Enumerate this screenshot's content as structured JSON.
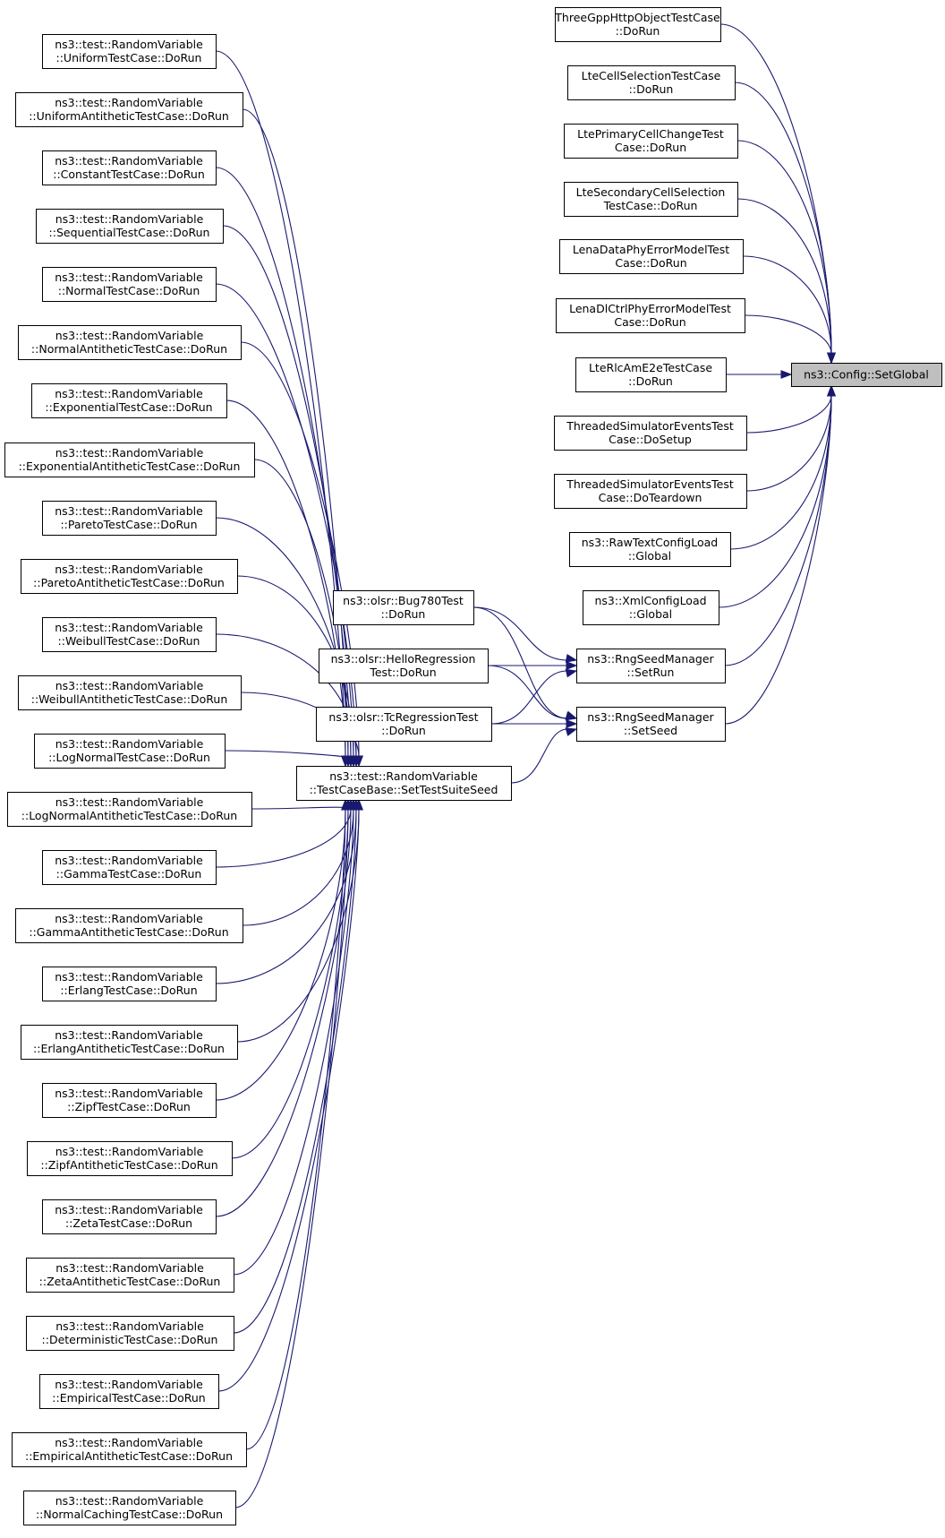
{
  "graph": {
    "nodes": [
      {
        "id": "setglobal",
        "lines": [
          "ns3::Config::SetGlobal"
        ],
        "focus": true
      },
      {
        "id": "threegpp",
        "lines": [
          "ThreeGppHttpObjectTestCase",
          "::DoRun"
        ]
      },
      {
        "id": "ltecellsel",
        "lines": [
          "LteCellSelectionTestCase",
          "::DoRun"
        ]
      },
      {
        "id": "lteprimary",
        "lines": [
          "LtePrimaryCellChangeTest",
          "Case::DoRun"
        ]
      },
      {
        "id": "ltesecondary",
        "lines": [
          "LteSecondaryCellSelection",
          "TestCase::DoRun"
        ]
      },
      {
        "id": "lenadata",
        "lines": [
          "LenaDataPhyErrorModelTest",
          "Case::DoRun"
        ]
      },
      {
        "id": "lenadlctrl",
        "lines": [
          "LenaDlCtrlPhyErrorModelTest",
          "Case::DoRun"
        ]
      },
      {
        "id": "lterlc",
        "lines": [
          "LteRlcAmE2eTestCase",
          "::DoRun"
        ]
      },
      {
        "id": "threadsetup",
        "lines": [
          "ThreadedSimulatorEventsTest",
          "Case::DoSetup"
        ]
      },
      {
        "id": "threadteardown",
        "lines": [
          "ThreadedSimulatorEventsTest",
          "Case::DoTeardown"
        ]
      },
      {
        "id": "rawtext",
        "lines": [
          "ns3::RawTextConfigLoad",
          "::Global"
        ]
      },
      {
        "id": "xmlconfig",
        "lines": [
          "ns3::XmlConfigLoad",
          "::Global"
        ]
      },
      {
        "id": "setrun",
        "lines": [
          "ns3::RngSeedManager",
          "::SetRun"
        ]
      },
      {
        "id": "setseed",
        "lines": [
          "ns3::RngSeedManager",
          "::SetSeed"
        ]
      },
      {
        "id": "bug780",
        "lines": [
          "ns3::olsr::Bug780Test",
          "::DoRun"
        ]
      },
      {
        "id": "hello",
        "lines": [
          "ns3::olsr::HelloRegression",
          "Test::DoRun"
        ]
      },
      {
        "id": "tcreg",
        "lines": [
          "ns3::olsr::TcRegressionTest",
          "::DoRun"
        ]
      },
      {
        "id": "suiteseed",
        "lines": [
          "ns3::test::RandomVariable",
          "::TestCaseBase::SetTestSuiteSeed"
        ]
      },
      {
        "id": "uniform",
        "lines": [
          "ns3::test::RandomVariable",
          "::UniformTestCase::DoRun"
        ]
      },
      {
        "id": "uniformanti",
        "lines": [
          "ns3::test::RandomVariable",
          "::UniformAntitheticTestCase::DoRun"
        ]
      },
      {
        "id": "constant",
        "lines": [
          "ns3::test::RandomVariable",
          "::ConstantTestCase::DoRun"
        ]
      },
      {
        "id": "sequential",
        "lines": [
          "ns3::test::RandomVariable",
          "::SequentialTestCase::DoRun"
        ]
      },
      {
        "id": "normal",
        "lines": [
          "ns3::test::RandomVariable",
          "::NormalTestCase::DoRun"
        ]
      },
      {
        "id": "normalanti",
        "lines": [
          "ns3::test::RandomVariable",
          "::NormalAntitheticTestCase::DoRun"
        ]
      },
      {
        "id": "exponential",
        "lines": [
          "ns3::test::RandomVariable",
          "::ExponentialTestCase::DoRun"
        ]
      },
      {
        "id": "exponentialanti",
        "lines": [
          "ns3::test::RandomVariable",
          "::ExponentialAntitheticTestCase::DoRun"
        ]
      },
      {
        "id": "pareto",
        "lines": [
          "ns3::test::RandomVariable",
          "::ParetoTestCase::DoRun"
        ]
      },
      {
        "id": "paretoanti",
        "lines": [
          "ns3::test::RandomVariable",
          "::ParetoAntitheticTestCase::DoRun"
        ]
      },
      {
        "id": "weibull",
        "lines": [
          "ns3::test::RandomVariable",
          "::WeibullTestCase::DoRun"
        ]
      },
      {
        "id": "weibullanti",
        "lines": [
          "ns3::test::RandomVariable",
          "::WeibullAntitheticTestCase::DoRun"
        ]
      },
      {
        "id": "lognormal",
        "lines": [
          "ns3::test::RandomVariable",
          "::LogNormalTestCase::DoRun"
        ]
      },
      {
        "id": "lognormalanti",
        "lines": [
          "ns3::test::RandomVariable",
          "::LogNormalAntitheticTestCase::DoRun"
        ]
      },
      {
        "id": "gamma",
        "lines": [
          "ns3::test::RandomVariable",
          "::GammaTestCase::DoRun"
        ]
      },
      {
        "id": "gammaanti",
        "lines": [
          "ns3::test::RandomVariable",
          "::GammaAntitheticTestCase::DoRun"
        ]
      },
      {
        "id": "erlang",
        "lines": [
          "ns3::test::RandomVariable",
          "::ErlangTestCase::DoRun"
        ]
      },
      {
        "id": "erlanganti",
        "lines": [
          "ns3::test::RandomVariable",
          "::ErlangAntitheticTestCase::DoRun"
        ]
      },
      {
        "id": "zipf",
        "lines": [
          "ns3::test::RandomVariable",
          "::ZipfTestCase::DoRun"
        ]
      },
      {
        "id": "zipfanti",
        "lines": [
          "ns3::test::RandomVariable",
          "::ZipfAntitheticTestCase::DoRun"
        ]
      },
      {
        "id": "zeta",
        "lines": [
          "ns3::test::RandomVariable",
          "::ZetaTestCase::DoRun"
        ]
      },
      {
        "id": "zetaanti",
        "lines": [
          "ns3::test::RandomVariable",
          "::ZetaAntitheticTestCase::DoRun"
        ]
      },
      {
        "id": "deterministic",
        "lines": [
          "ns3::test::RandomVariable",
          "::DeterministicTestCase::DoRun"
        ]
      },
      {
        "id": "empirical",
        "lines": [
          "ns3::test::RandomVariable",
          "::EmpiricalTestCase::DoRun"
        ]
      },
      {
        "id": "empiricalanti",
        "lines": [
          "ns3::test::RandomVariable",
          "::EmpiricalAntitheticTestCase::DoRun"
        ]
      },
      {
        "id": "normalcaching",
        "lines": [
          "ns3::test::RandomVariable",
          "::NormalCachingTestCase::DoRun"
        ]
      }
    ],
    "edges": [
      {
        "from": "threegpp",
        "to": "setglobal"
      },
      {
        "from": "ltecellsel",
        "to": "setglobal"
      },
      {
        "from": "lteprimary",
        "to": "setglobal"
      },
      {
        "from": "ltesecondary",
        "to": "setglobal"
      },
      {
        "from": "lenadata",
        "to": "setglobal"
      },
      {
        "from": "lenadlctrl",
        "to": "setglobal"
      },
      {
        "from": "lterlc",
        "to": "setglobal"
      },
      {
        "from": "threadsetup",
        "to": "setglobal"
      },
      {
        "from": "threadteardown",
        "to": "setglobal"
      },
      {
        "from": "rawtext",
        "to": "setglobal"
      },
      {
        "from": "xmlconfig",
        "to": "setglobal"
      },
      {
        "from": "setrun",
        "to": "setglobal"
      },
      {
        "from": "setseed",
        "to": "setglobal"
      },
      {
        "from": "bug780",
        "to": "setrun"
      },
      {
        "from": "hello",
        "to": "setrun"
      },
      {
        "from": "tcreg",
        "to": "setrun"
      },
      {
        "from": "bug780",
        "to": "setseed"
      },
      {
        "from": "hello",
        "to": "setseed"
      },
      {
        "from": "tcreg",
        "to": "setseed"
      },
      {
        "from": "suiteseed",
        "to": "setseed"
      },
      {
        "from": "uniform",
        "to": "suiteseed"
      },
      {
        "from": "uniformanti",
        "to": "suiteseed"
      },
      {
        "from": "constant",
        "to": "suiteseed"
      },
      {
        "from": "sequential",
        "to": "suiteseed"
      },
      {
        "from": "normal",
        "to": "suiteseed"
      },
      {
        "from": "normalanti",
        "to": "suiteseed"
      },
      {
        "from": "exponential",
        "to": "suiteseed"
      },
      {
        "from": "exponentialanti",
        "to": "suiteseed"
      },
      {
        "from": "pareto",
        "to": "suiteseed"
      },
      {
        "from": "paretoanti",
        "to": "suiteseed"
      },
      {
        "from": "weibull",
        "to": "suiteseed"
      },
      {
        "from": "weibullanti",
        "to": "suiteseed"
      },
      {
        "from": "lognormal",
        "to": "suiteseed"
      },
      {
        "from": "lognormalanti",
        "to": "suiteseed"
      },
      {
        "from": "gamma",
        "to": "suiteseed"
      },
      {
        "from": "gammaanti",
        "to": "suiteseed"
      },
      {
        "from": "erlang",
        "to": "suiteseed"
      },
      {
        "from": "erlanganti",
        "to": "suiteseed"
      },
      {
        "from": "zipf",
        "to": "suiteseed"
      },
      {
        "from": "zipfanti",
        "to": "suiteseed"
      },
      {
        "from": "zeta",
        "to": "suiteseed"
      },
      {
        "from": "zetaanti",
        "to": "suiteseed"
      },
      {
        "from": "deterministic",
        "to": "suiteseed"
      },
      {
        "from": "empirical",
        "to": "suiteseed"
      },
      {
        "from": "empiricalanti",
        "to": "suiteseed"
      },
      {
        "from": "normalcaching",
        "to": "suiteseed"
      }
    ],
    "colors": {
      "edge": "#191970",
      "node_fill": "#ffffff",
      "focus_fill": "#bfbfbf",
      "border": "#000000"
    }
  }
}
